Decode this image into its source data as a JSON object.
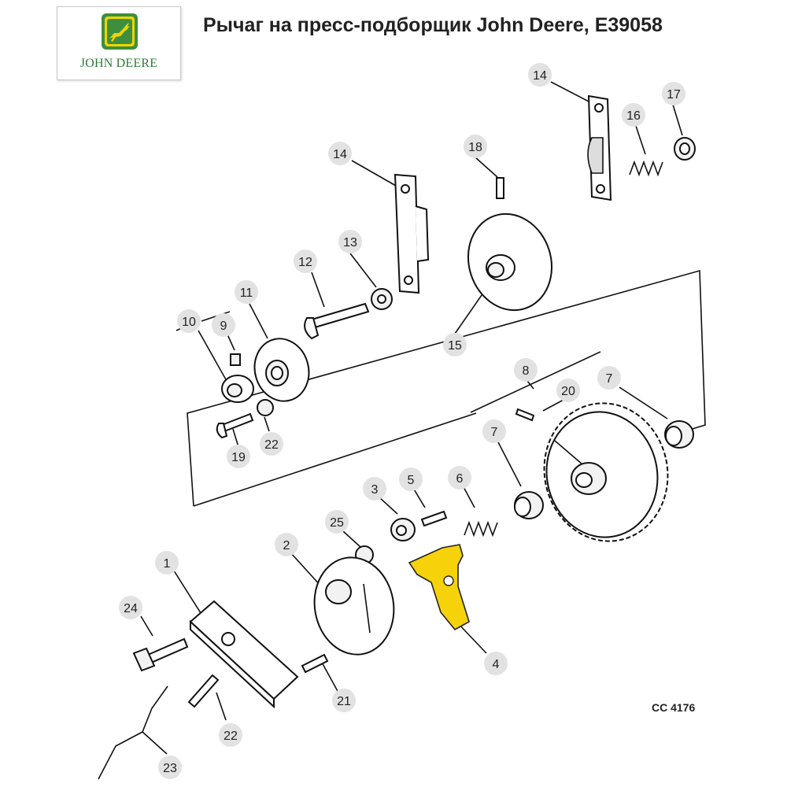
{
  "header": {
    "title": "Рычаг на пресс-подборщик John Deere, E39058",
    "logo_text": "JOHN DEERE",
    "logo_icon": "deer-icon",
    "brand_color": "#2f7a3a",
    "brand_yellow": "#f2d300"
  },
  "diagram": {
    "drawing_code": "CC 4176",
    "highlight_color": "#f5d20a",
    "highlighted_part": "4",
    "callouts": [
      "14",
      "17",
      "16",
      "18",
      "14",
      "13",
      "12",
      "11",
      "10",
      "9",
      "15",
      "8",
      "20",
      "7",
      "7",
      "19",
      "22",
      "3",
      "5",
      "6",
      "25",
      "2",
      "1",
      "24",
      "4",
      "21",
      "22",
      "23"
    ]
  }
}
